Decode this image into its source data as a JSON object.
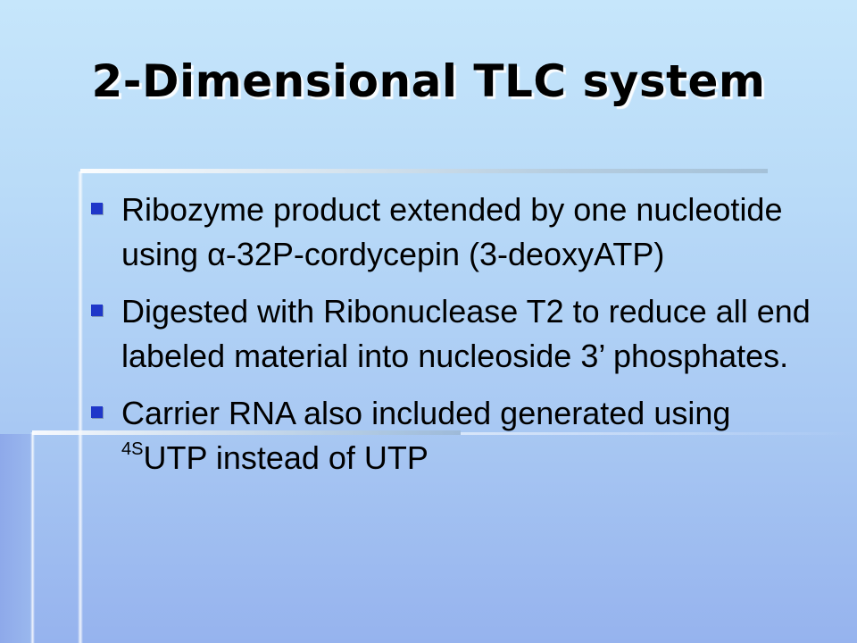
{
  "slide": {
    "title": "2-Dimensional TLC system",
    "bullets": [
      {
        "text": "Ribozyme product extended by one nucleotide using α-32P-cordycepin (3-deoxyATP)"
      },
      {
        "text": "Digested with Ribonuclease T2 to reduce all end labeled material into nucleoside 3’ phosphates."
      },
      {
        "text_before": "Carrier RNA also included generated using ",
        "superscript": "4S",
        "text_after": "UTP instead of UTP"
      }
    ],
    "bullet_icon": "square-bullet-icon",
    "colors": {
      "bullet": "#1f37c9",
      "text": "#000000",
      "background_top": "#c6e6fb",
      "background_bottom": "#96b3ee"
    }
  }
}
